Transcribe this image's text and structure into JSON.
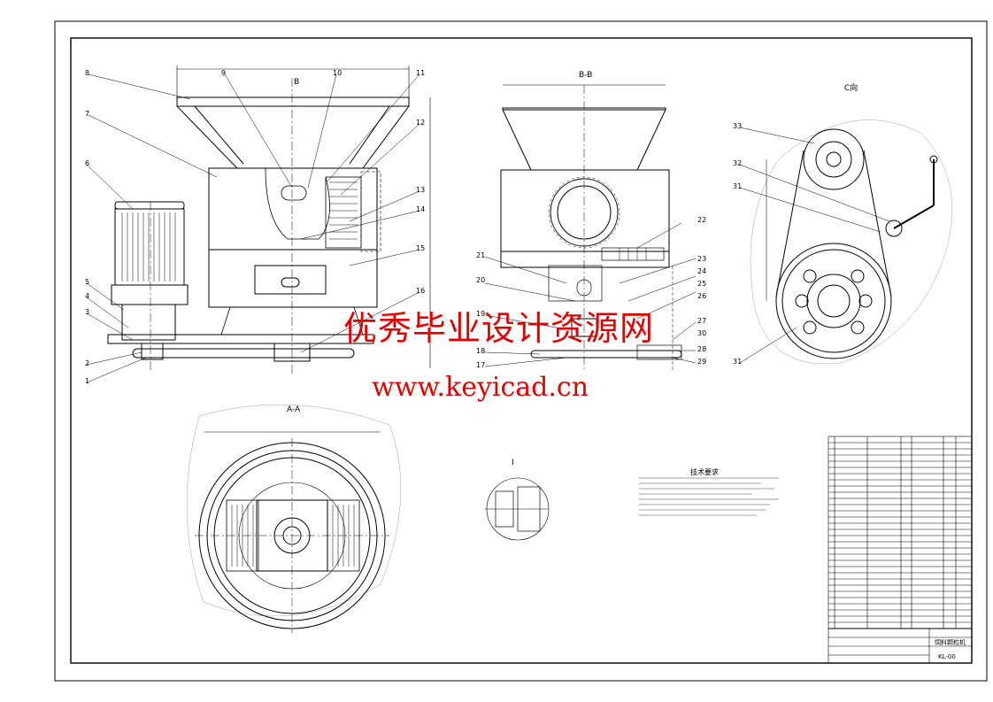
{
  "drawing": {
    "sections": {
      "main_view_ref": "B",
      "section_bb": "B-B",
      "section_aa": "A-A",
      "view_c": "C向",
      "detail_i": "I"
    },
    "part_numbers_left": [
      "8",
      "9",
      "10",
      "11",
      "7",
      "12",
      "6",
      "13",
      "14",
      "15",
      "5",
      "4",
      "3",
      "2",
      "1",
      "16"
    ],
    "part_numbers_mid": [
      "22",
      "21",
      "23",
      "20",
      "24",
      "25",
      "26",
      "19",
      "27",
      "18",
      "28",
      "17",
      "29",
      "30"
    ],
    "part_numbers_right": [
      "33",
      "32",
      "31",
      "31"
    ],
    "tech_requirements_title": "技术要求",
    "title_block": {
      "drawing_name": "饲料颗粒机",
      "drawing_no": "KL-00"
    }
  },
  "watermark": {
    "cn": "优秀毕业设计资源网",
    "url": "www.keyicad.cn"
  },
  "colors": {
    "line": "#000000",
    "hatch": "#000000",
    "watermark": "#e00000",
    "background": "#ffffff"
  }
}
